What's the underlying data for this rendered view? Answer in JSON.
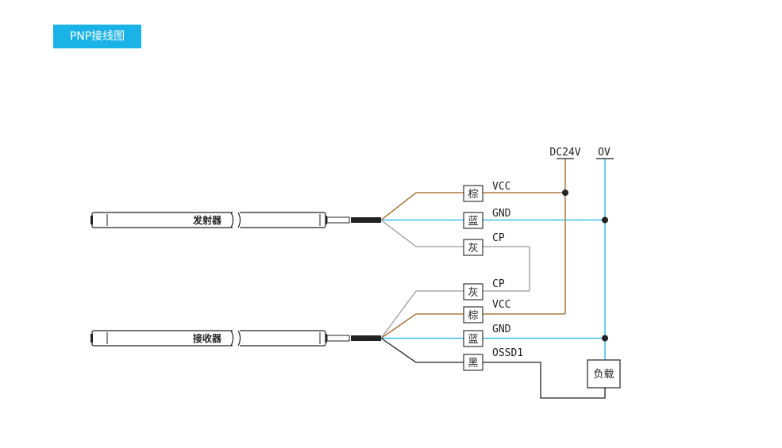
{
  "title": "PNP接线图",
  "emitter_label": "发射器",
  "receiver_label": "接收器",
  "supply": {
    "positive": "DC24V",
    "negative": "OV"
  },
  "load_label": "负载",
  "emitter_wires": [
    {
      "color_name": "棕",
      "signal": "VCC",
      "color": "#a0611a"
    },
    {
      "color_name": "蓝",
      "signal": "GND",
      "color": "#1ab3e8"
    },
    {
      "color_name": "灰",
      "signal": "CP",
      "color": "#9a9a9a"
    }
  ],
  "receiver_wires": [
    {
      "color_name": "灰",
      "signal": "CP",
      "color": "#9a9a9a"
    },
    {
      "color_name": "棕",
      "signal": "VCC",
      "color": "#a0611a"
    },
    {
      "color_name": "蓝",
      "signal": "GND",
      "color": "#1ab3e8"
    },
    {
      "color_name": "黑",
      "signal": "OSSD1",
      "color": "#222222"
    }
  ]
}
